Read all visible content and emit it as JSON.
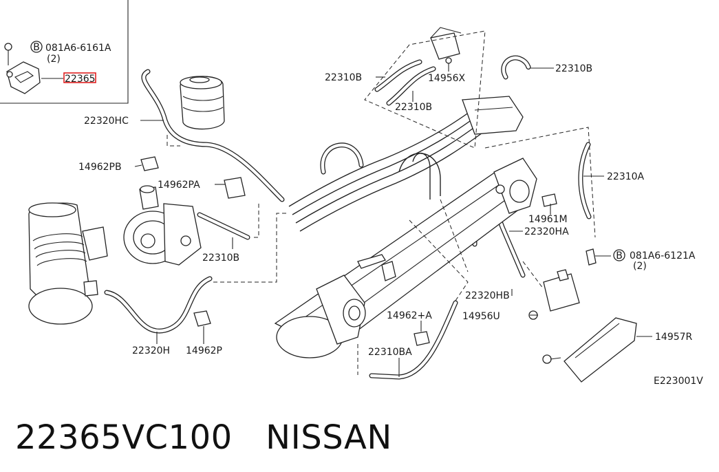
{
  "caption": "22365VC100　NISSAN",
  "inset": {
    "bolt_circle": "B",
    "bolt_code": "081A6-6161A",
    "bolt_qty": "(2)",
    "part_number": "22365",
    "highlight_color": "#e02020"
  },
  "callouts": {
    "p22310B_top_left": "22310B",
    "p14956X": "14956X",
    "p22310B_top_mid": "22310B",
    "p22310B_top_right": "22310B",
    "p22320HC": "22320HC",
    "p14962PB": "14962PB",
    "p14962PA": "14962PA",
    "p22310A": "22310A",
    "p14961M": "14961M",
    "p22320HA": "22320HA",
    "p22310B_mid": "22310B",
    "bolt_circle_right": "B",
    "bolt_code_right": "081A6-6121A",
    "bolt_qty_right": "(2)",
    "p22320HB": "22320HB",
    "p14962A": "14962+A",
    "p14956U": "14956U",
    "p14957R": "14957R",
    "p22320H": "22320H",
    "p14962P": "14962P",
    "p22310BA": "22310BA",
    "diagram_code": "E223001V"
  }
}
